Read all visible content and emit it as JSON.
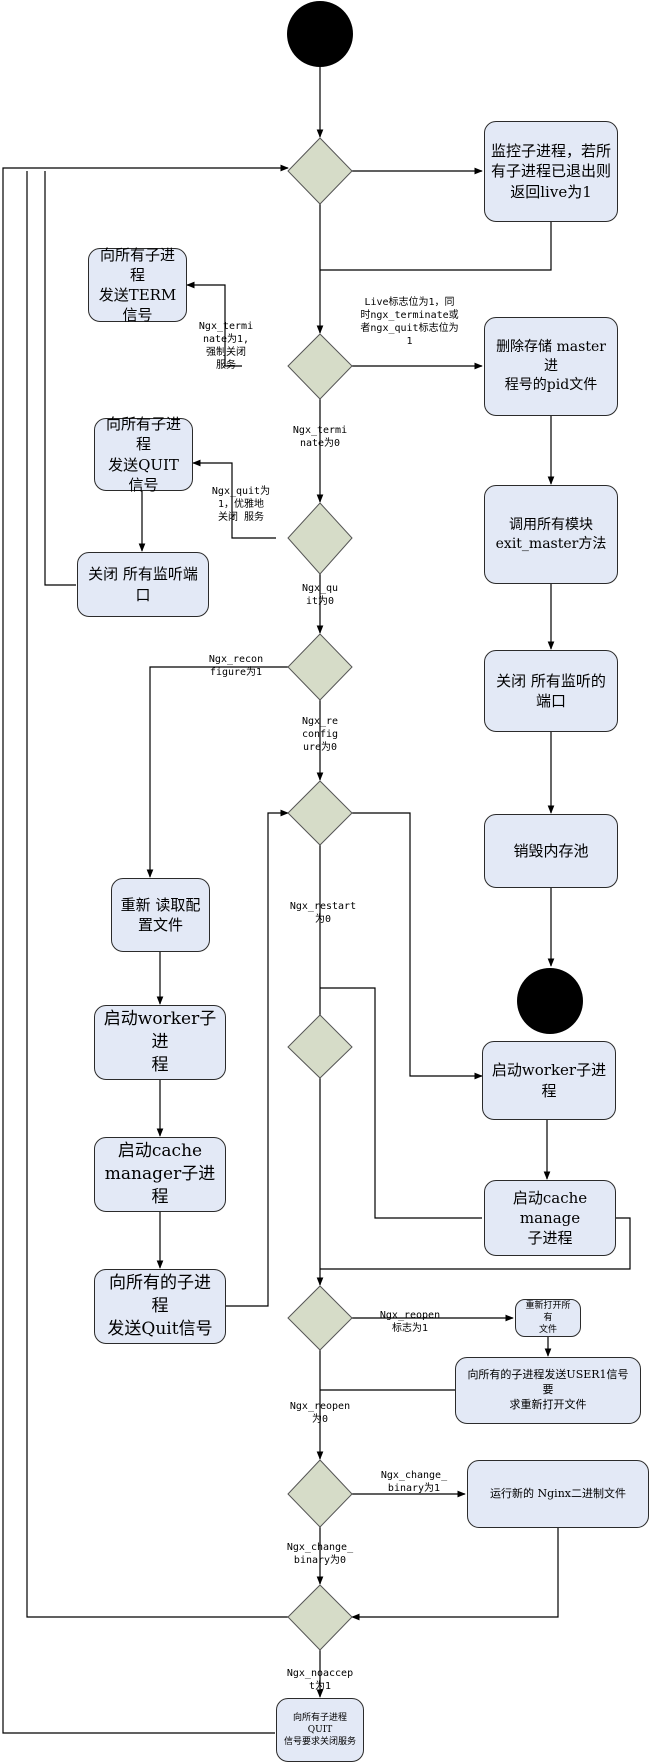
{
  "boxes": {
    "monitor": "监控子进程，若所\n有子进程已退出则\n返回live为1",
    "send_term": "向所有子进程\n发送TERM信号",
    "delete_pid": "删除存储 master进\n程号的pid文件",
    "send_quit": "向所有子进程\n发送QUIT信号",
    "exit_master": "调用所有模块\nexit_master方法",
    "close_ports_left": "关闭 所有监听端口",
    "close_ports_right": "关闭 所有监听的\n端口",
    "destroy_pool": "销毁内存池",
    "reread_config": "重新 读取配\n置文件",
    "start_worker_left": "启动worker子进\n程",
    "start_worker_right": "启动worker子进程",
    "start_cache_left": "启动cache\nmanager子进程",
    "start_cache_right": "启动cache manage\n子进程",
    "send_quit_children": "向所有的子进程\n发送Quit信号",
    "reopen_files": "重新打开所有\n文件",
    "send_user1": "向所有的子进程发送USER1信号要\n求重新打开文件",
    "run_new_binary": "运行新的 Nginx二进制文件",
    "final_send_quit": "向所有子进程QUIT\n信号要求关闭服务"
  },
  "labels": {
    "live_flag": "Live标志位为1，同\n时ngx_terminate或\n者ngx_quit标志位为\n1",
    "terminate_yes": "Ngx_termi\nnate为1,\n强制关闭\n服务",
    "terminate_no": "Ngx_termi\nnate为0",
    "quit_yes": "Ngx_quit为\n1，优雅地\n关闭 服务",
    "quit_no": "Ngx_qu\nit为0",
    "reconfigure_yes": "Ngx_recon\nfigure为1",
    "reconfigure_no": "Ngx_re\nconfig\nure为0",
    "restart_no": "Ngx_restart\n为0",
    "reopen_yes": "Ngx_reopen\n标志为1",
    "reopen_no": "Ngx_reopen\n为0",
    "change_binary_yes": "Ngx_change_\nbinary为1",
    "change_binary_no": "Ngx_change_\nbinary为0",
    "noaccept_yes": "Ngx_noaccep\nt为1"
  },
  "colors": {
    "box_fill": "#e3e9f6",
    "decision_fill": "#d6dcc8",
    "line": "#000000",
    "node_fill": "#000000"
  }
}
